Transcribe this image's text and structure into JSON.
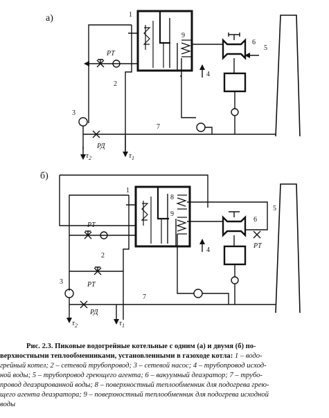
{
  "diagram_a": {
    "panel_label": "а)",
    "numbers": [
      "1",
      "2",
      "3",
      "4",
      "5",
      "6",
      "7",
      "9"
    ],
    "labels": {
      "rt": "РТ",
      "rd": "РД",
      "tau2": "τ",
      "tau2_sub": "2",
      "tau1": "τ",
      "tau1_sub": "1"
    }
  },
  "diagram_b": {
    "panel_label": "б)",
    "numbers": [
      "1",
      "2",
      "3",
      "4",
      "5",
      "6",
      "7",
      "8",
      "9"
    ],
    "labels": {
      "rt": "РТ",
      "rt2": "РТ",
      "rt3": "РТ",
      "rd": "РД",
      "tau2": "τ",
      "tau2_sub": "2",
      "tau1": "τ",
      "tau1_sub": "1"
    }
  },
  "caption": {
    "title_line1": "Рис. 2.3. Пиковые водогрейные котельные с одним (а) и двумя (б) по-",
    "title_line2": "верхностными теплообменниками, установленными в газоходе котла:",
    "text_line2": " 1 – водо-",
    "line3": "грейный котел; 2 – сетевой трубопровод; 3 – сетевой насос; 4 – трубопровод исход-",
    "line4": "ной воды; 5 – трубопровод греющего агента; 6 – вакуумный деаэратор; 7 – трубо-",
    "line5": "провод деаэрированной воды; 8 – поверхностный теплообменник для подогрева грею-",
    "line6": "щего агента деаэратора; 9 – поверхностный теплообменник для подогрева исходной",
    "line7": "воды"
  }
}
